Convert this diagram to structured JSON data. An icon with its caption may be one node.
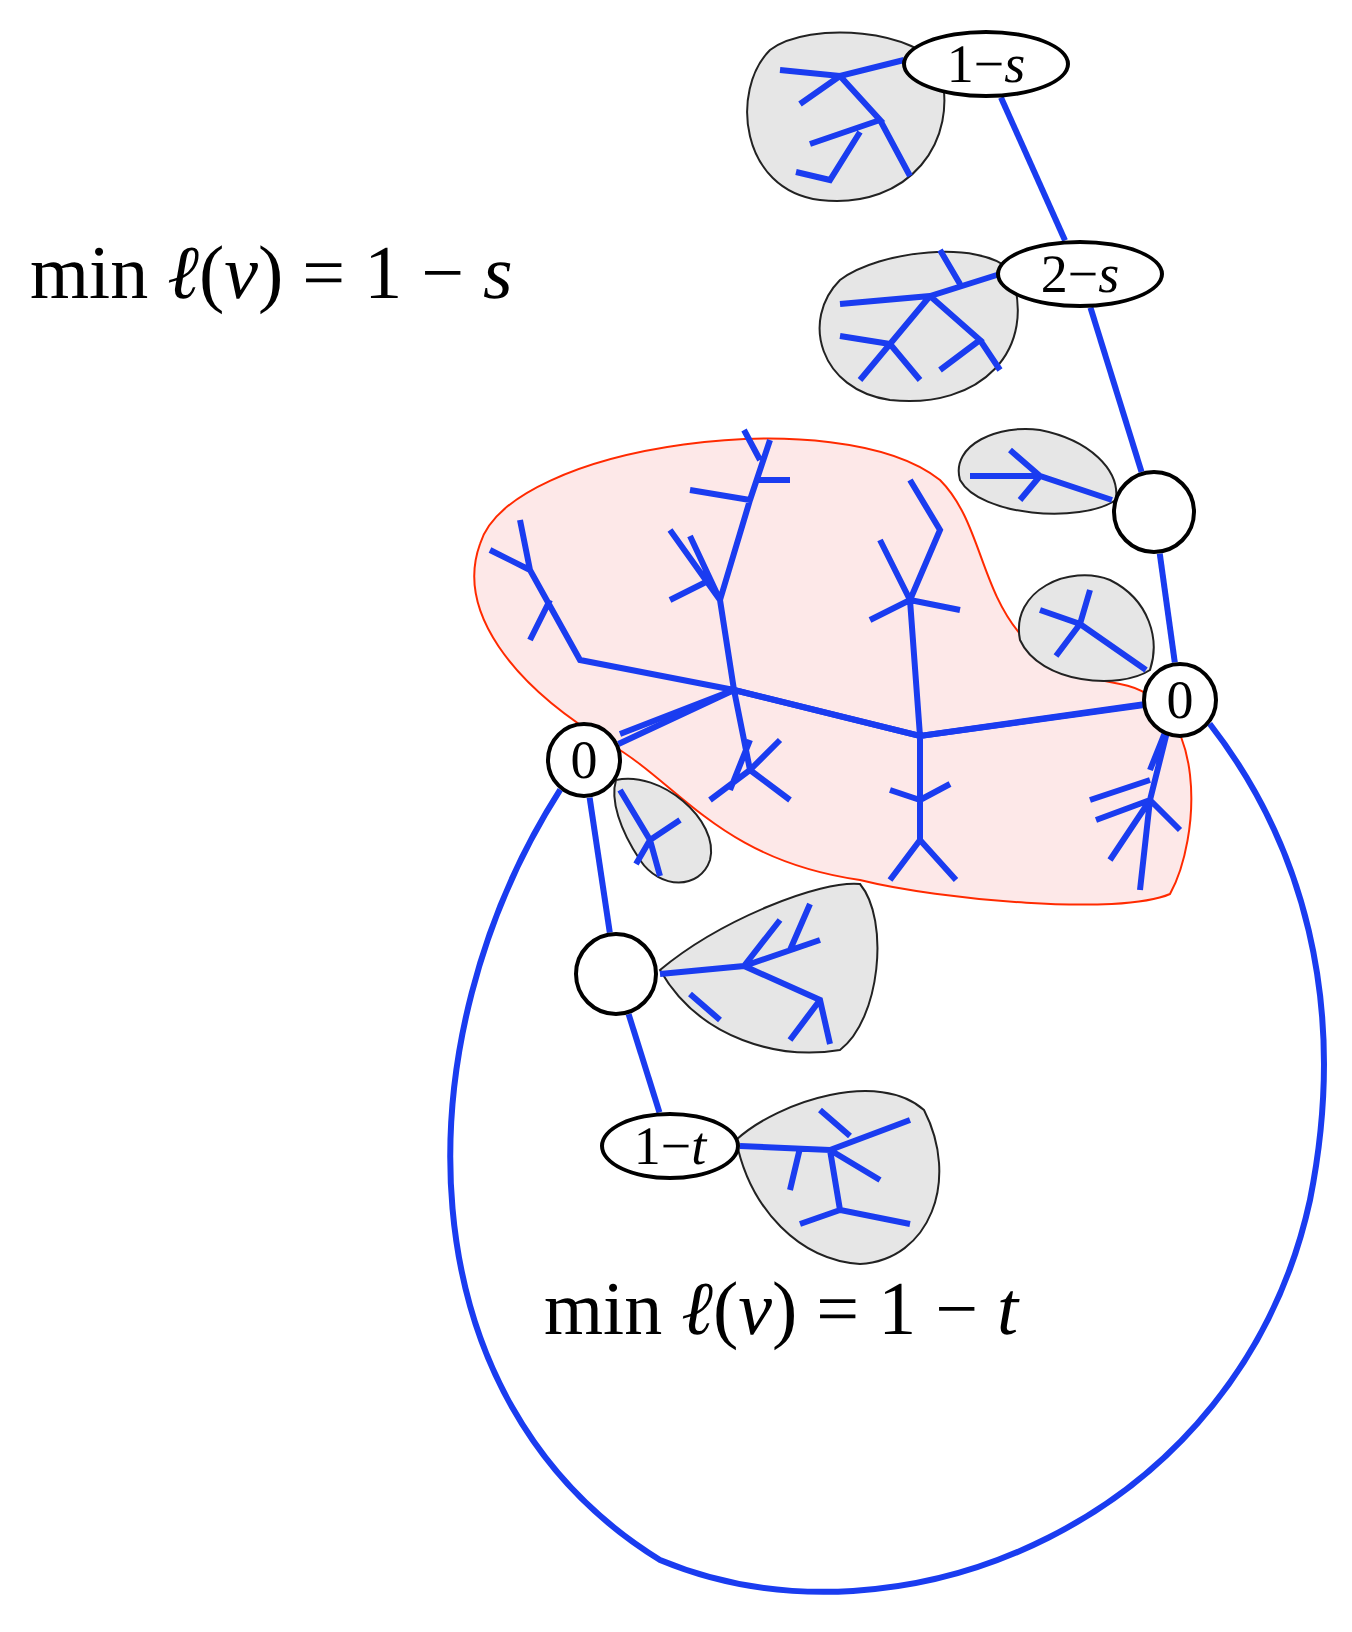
{
  "diagram": {
    "nodes": [
      {
        "text": [
          "1−*s*"
        ]
      },
      {
        "text": [
          "2−*s*"
        ]
      },
      {
        "text": [],
        "shape": "circle"
      },
      {
        "text": [
          "0"
        ]
      },
      {
        "text": [
          "0"
        ]
      },
      {
        "text": [],
        "shape": "circle"
      },
      {
        "text": [
          "1−*t*"
        ]
      }
    ],
    "edges": [
      {
        "from": 0,
        "to": 1,
        "arrow": "none"
      },
      {
        "from": 1,
        "to": 2,
        "arrow": "none"
      },
      {
        "from": 2,
        "to": 3,
        "arrow": "none"
      },
      {
        "from": 4,
        "to": 3,
        "arrow": "none"
      },
      {
        "from": 4,
        "to": 5,
        "arrow": "none"
      },
      {
        "from": 5,
        "to": 6,
        "arrow": "none"
      },
      {
        "from": 4,
        "to": 3,
        "arrow": "none"
      }
    ],
    "labels": [
      "min *ℓ*(*v*) = 1 − *s*",
      "min *ℓ*(*v*) = 1 − *t*"
    ]
  }
}
